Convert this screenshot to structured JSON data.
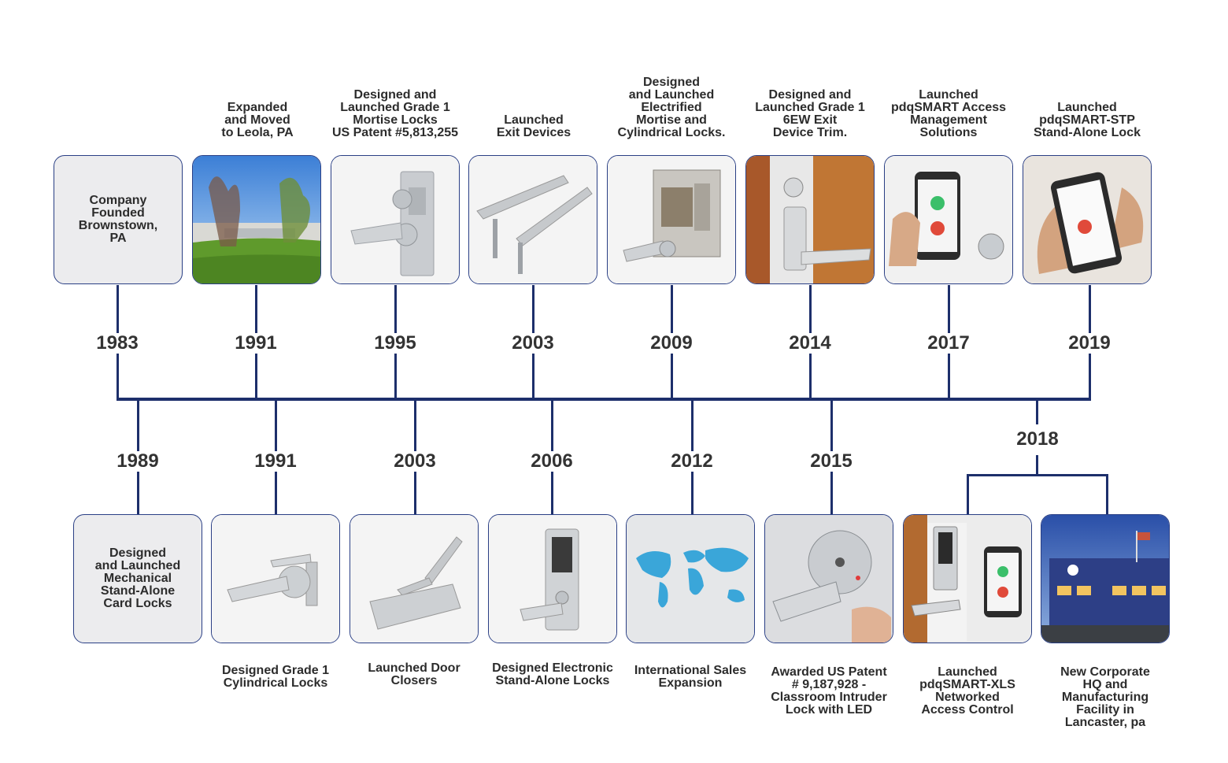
{
  "colors": {
    "line": "#1d2f6b",
    "card_border": "#2a3f85",
    "card_bg": "#ececee",
    "text": "#2c2c2c"
  },
  "top": [
    {
      "year": "1983",
      "card_text": "Company\nFounded\nBrownstown,\nPA",
      "label": "",
      "image": "none"
    },
    {
      "year": "1991",
      "card_text": "",
      "label": "Expanded\nand Moved\nto Leola, PA",
      "image": "campus-photo"
    },
    {
      "year": "1995",
      "card_text": "",
      "label": "Designed and\nLaunched Grade 1\nMortise Locks\nUS Patent #5,813,255",
      "image": "mortise-lock-photo"
    },
    {
      "year": "2003",
      "card_text": "",
      "label": "Launched\nExit Devices",
      "image": "exit-device-photo"
    },
    {
      "year": "2009",
      "card_text": "",
      "label": "Designed\nand Launched\nElectrified\nMortise and\nCylindrical Locks.",
      "image": "electrified-lock-photo"
    },
    {
      "year": "2014",
      "card_text": "",
      "label": "Designed and\nLaunched Grade 1\n6EW Exit\nDevice Trim.",
      "image": "exit-trim-photo"
    },
    {
      "year": "2017",
      "card_text": "",
      "label": "Launched\npdqSMART Access\nManagement\nSolutions",
      "image": "phone-access-photo"
    },
    {
      "year": "2019",
      "card_text": "",
      "label": "Launched\npdqSMART-STP\nStand-Alone Lock",
      "image": "phone-hand-photo"
    }
  ],
  "bottom": [
    {
      "year": "1989",
      "card_text": "Designed\nand Launched\nMechanical\nStand-Alone\nCard Locks",
      "label": "",
      "image": "none"
    },
    {
      "year": "1991",
      "card_text": "",
      "label": "Designed Grade 1\nCylindrical Locks",
      "image": "cylindrical-lock-photo"
    },
    {
      "year": "2003",
      "card_text": "",
      "label": "Launched Door\nClosers",
      "image": "door-closer-photo"
    },
    {
      "year": "2006",
      "card_text": "",
      "label": "Designed Electronic\nStand-Alone Locks",
      "image": "keypad-lock-photo"
    },
    {
      "year": "2012",
      "card_text": "",
      "label": "International Sales\nExpansion",
      "image": "world-map-photo"
    },
    {
      "year": "2015",
      "card_text": "",
      "label": "Awarded US Patent\n# 9,187,928 -\nClassroom Intruder\nLock with LED",
      "image": "intruder-lock-photo"
    },
    {
      "year": "2018",
      "card_text": "",
      "label": "Launched\npdqSMART-XLS\nNetworked\nAccess Control",
      "image": "xls-lock-photo"
    },
    {
      "year": "2018",
      "card_text": "",
      "label": "New Corporate\nHQ and\nManufacturing\nFacility in\nLancaster, pa",
      "image": "hq-building-photo"
    }
  ]
}
